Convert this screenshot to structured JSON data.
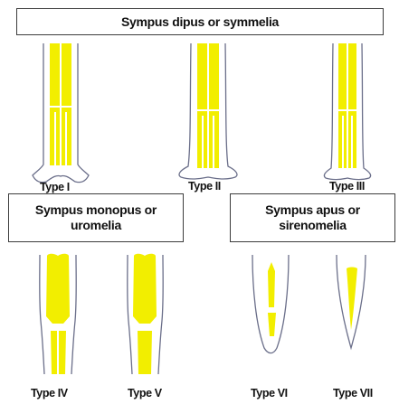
{
  "headings": {
    "dipus": "Sympus dipus or symmelia",
    "monopus_line1": "Sympus monopus or",
    "monopus_line2": "uromelia",
    "apus_line1": "Sympus apus or",
    "apus_line2": "sirenomelia"
  },
  "types": [
    {
      "label": "Type I"
    },
    {
      "label": "Type II"
    },
    {
      "label": "Type III"
    },
    {
      "label": "Type IV"
    },
    {
      "label": "Type V"
    },
    {
      "label": "Type VI"
    },
    {
      "label": "Type VII"
    }
  ],
  "colors": {
    "bone": "#f2ee00",
    "outline": "#6b6f8a",
    "box_border": "#3c3c3c"
  }
}
